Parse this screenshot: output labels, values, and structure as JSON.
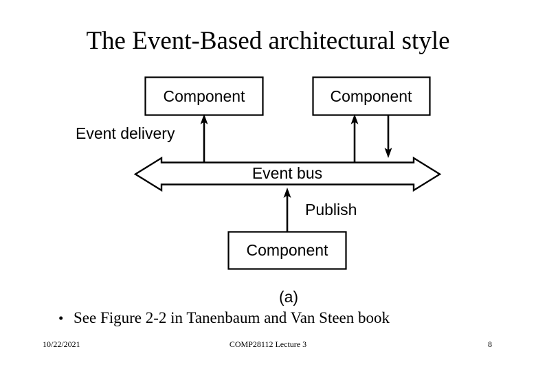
{
  "slide": {
    "title": "The Event-Based architectural style",
    "background_color": "#ffffff",
    "ink_color": "#000000"
  },
  "figure": {
    "caption": "(a)",
    "boxes": [
      {
        "id": "component-top-left",
        "label": "Component"
      },
      {
        "id": "component-top-right",
        "label": "Component"
      },
      {
        "id": "component-bottom",
        "label": "Component"
      }
    ],
    "bus": {
      "label": "Event bus"
    },
    "annotations": [
      {
        "id": "event-delivery",
        "label": "Event delivery"
      },
      {
        "id": "publish",
        "label": "Publish"
      }
    ]
  },
  "body": {
    "bullet_marker": "•",
    "bullet_text": "See Figure 2-2 in Tanenbaum and Van Steen book"
  },
  "footer": {
    "date": "10/22/2021",
    "center": "COMP28112 Lecture 3",
    "page_number": "8"
  }
}
